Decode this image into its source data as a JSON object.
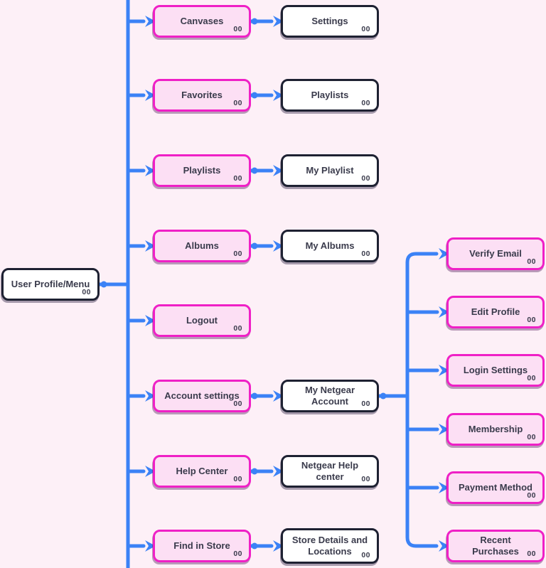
{
  "diagram": {
    "badge": "00",
    "root": {
      "label": "User Profile/Menu"
    },
    "menu_items": [
      {
        "label": "Canvases",
        "child": "Settings"
      },
      {
        "label": "Favorites",
        "child": "Playlists"
      },
      {
        "label": "Playlists",
        "child": "My Playlist"
      },
      {
        "label": "Albums",
        "child": "My Albums"
      },
      {
        "label": "Logout",
        "child": null
      },
      {
        "label": "Account settings",
        "child": "My Netgear Account"
      },
      {
        "label": "Help Center",
        "child": "Netgear Help center"
      },
      {
        "label": "Find in Store",
        "child": "Store Details and Locations"
      }
    ],
    "account_submenu": {
      "parent": "My Netgear Account",
      "items": [
        "Verify Email",
        "Edit Profile",
        "Login Settings",
        "Membership",
        "Payment Method",
        "Recent Purchases"
      ]
    },
    "colors": {
      "connector_blue": "#3b82f6",
      "pink_fill": "#fcdff4",
      "pink_border": "#ef20c6",
      "white_fill": "#ffffff",
      "dark_border": "#1e2132",
      "text": "#3a3b4c",
      "background": "#fdf0f7"
    }
  }
}
